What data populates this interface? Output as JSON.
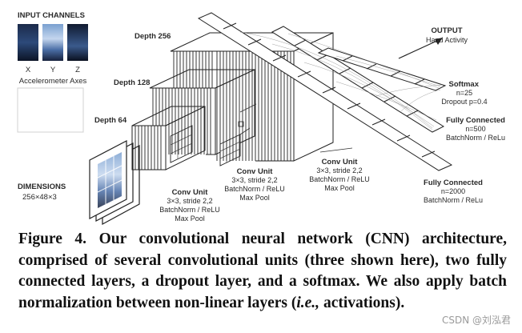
{
  "input": {
    "title": "INPUT CHANNELS",
    "channels": [
      "X",
      "Y",
      "Z"
    ],
    "axes_label": "Accelerometer Axes"
  },
  "dimensions": {
    "title": "DIMENSIONS",
    "value": "256×48×3"
  },
  "depths": [
    "Depth 256",
    "Depth 128",
    "Depth 64"
  ],
  "conv_units": [
    {
      "title": "Conv Unit",
      "lines": [
        "3×3, stride 2,2",
        "BatchNorm / ReLU",
        "Max Pool"
      ]
    },
    {
      "title": "Conv Unit",
      "lines": [
        "3×3, stride 2,2",
        "BatchNorm / ReLU",
        "Max Pool"
      ]
    },
    {
      "title": "Conv Unit",
      "lines": [
        "3×3, stride 2,2",
        "BatchNorm / ReLU",
        "Max Pool"
      ]
    }
  ],
  "output": {
    "title": "OUTPUT",
    "subtitle": "Hand Activity"
  },
  "softmax": {
    "title": "Softmax",
    "n": "n=25",
    "dropout": "Dropout p=0.4"
  },
  "fc_500": {
    "title": "Fully Connected",
    "n": "n=500",
    "norm": "BatchNorm / ReLu"
  },
  "fc_2000": {
    "title": "Fully Connected",
    "n": "n=2000",
    "norm": "BatchNorm / ReLu"
  },
  "caption": {
    "figure": "Figure 4.",
    "text_1": "Our convolutional neural network (CNN) architecture, comprised of several convolutional units (three shown here), two fully connected layers, a dropout layer, and a softmax. We also apply batch normalization between non-linear layers (",
    "ie": "i.e.,",
    "text_2": " activations)."
  },
  "watermark": "CSDN @刘泓君"
}
